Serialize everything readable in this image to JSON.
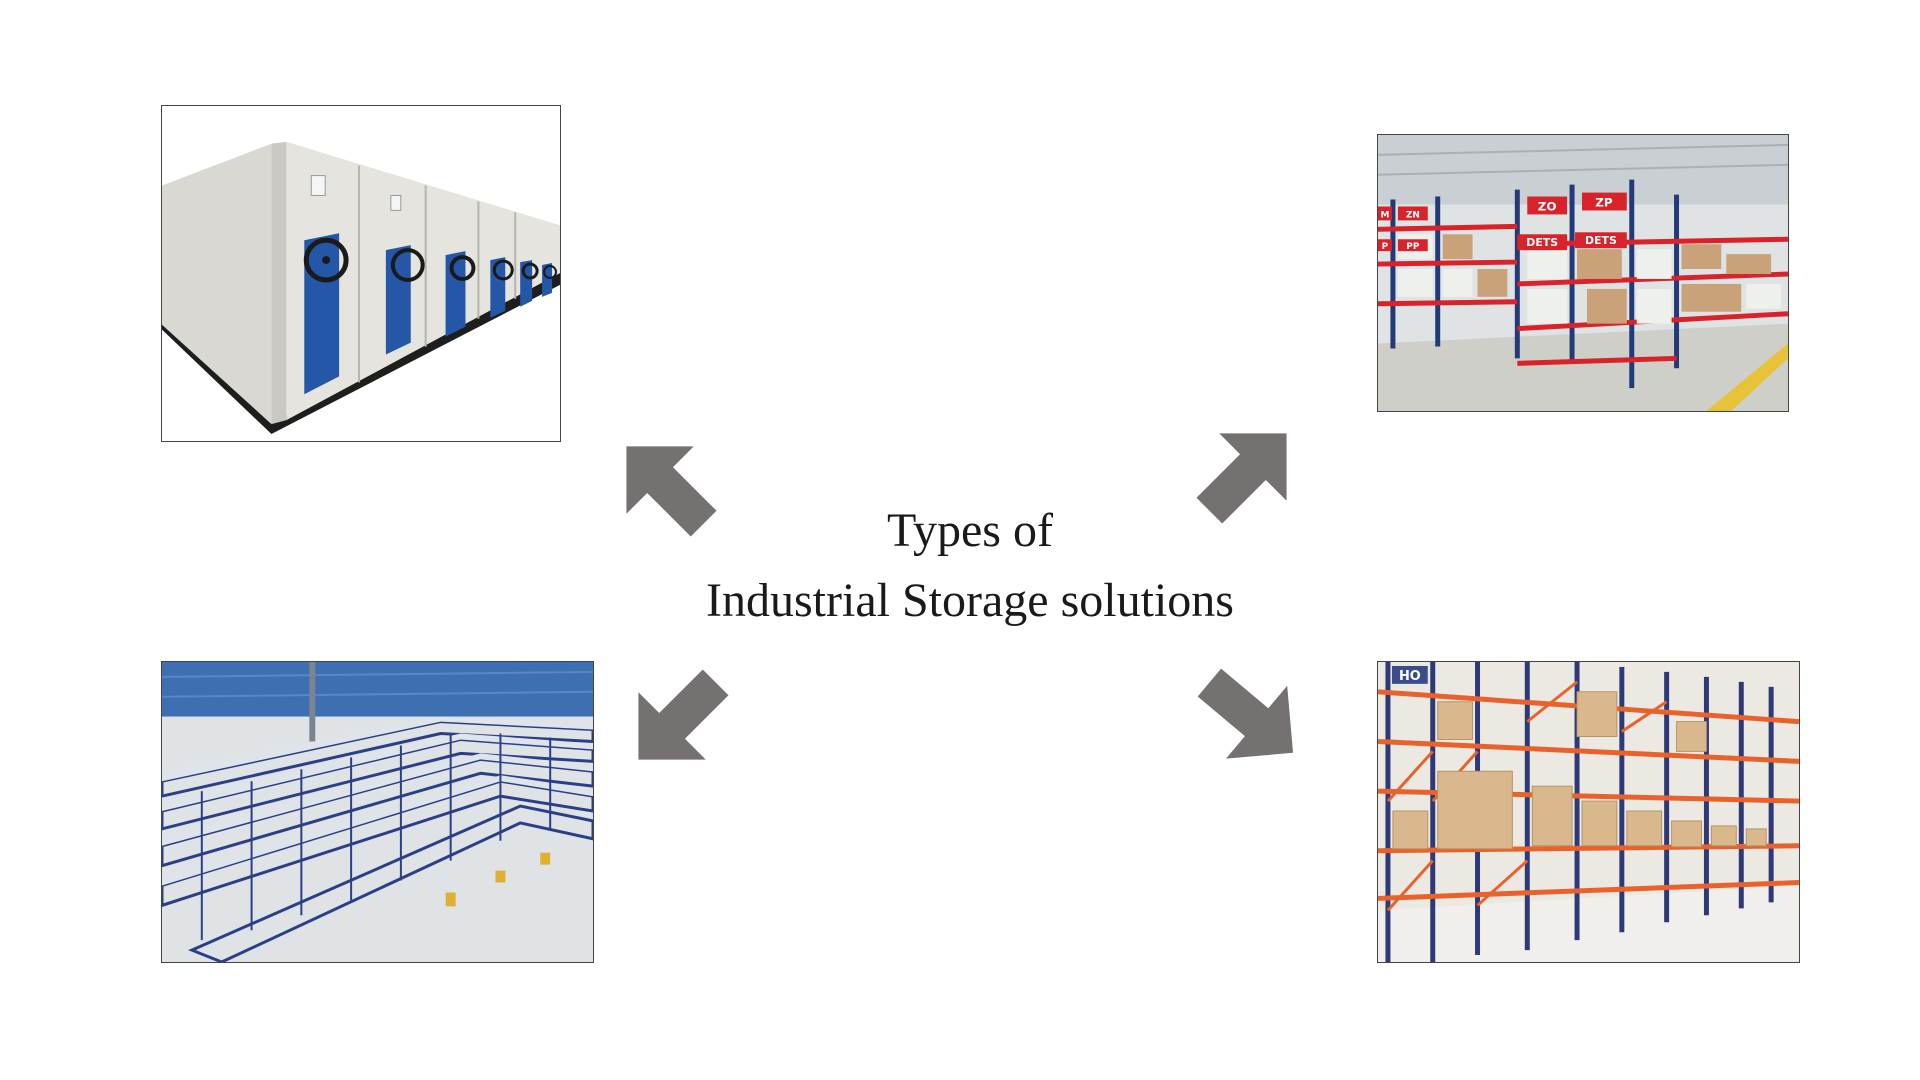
{
  "title": {
    "line1": "Types of",
    "line2": "Industrial Storage solutions"
  },
  "images": [
    {
      "id": "mobile-compactor",
      "position": "top-left",
      "sign_texts": []
    },
    {
      "id": "shelving-racks",
      "position": "top-right",
      "sign_texts": [
        "ZO",
        "ZP",
        "DETS",
        "DETS",
        "ZN",
        "PP",
        "M",
        "P"
      ]
    },
    {
      "id": "warehouse-shelving-rows",
      "position": "bottom-left",
      "sign_texts": []
    },
    {
      "id": "pallet-racking",
      "position": "bottom-right",
      "sign_texts": [
        "HO"
      ]
    }
  ],
  "colors": {
    "arrow": "#767171",
    "background": "#ffffff",
    "text": "#1a1a1a"
  }
}
